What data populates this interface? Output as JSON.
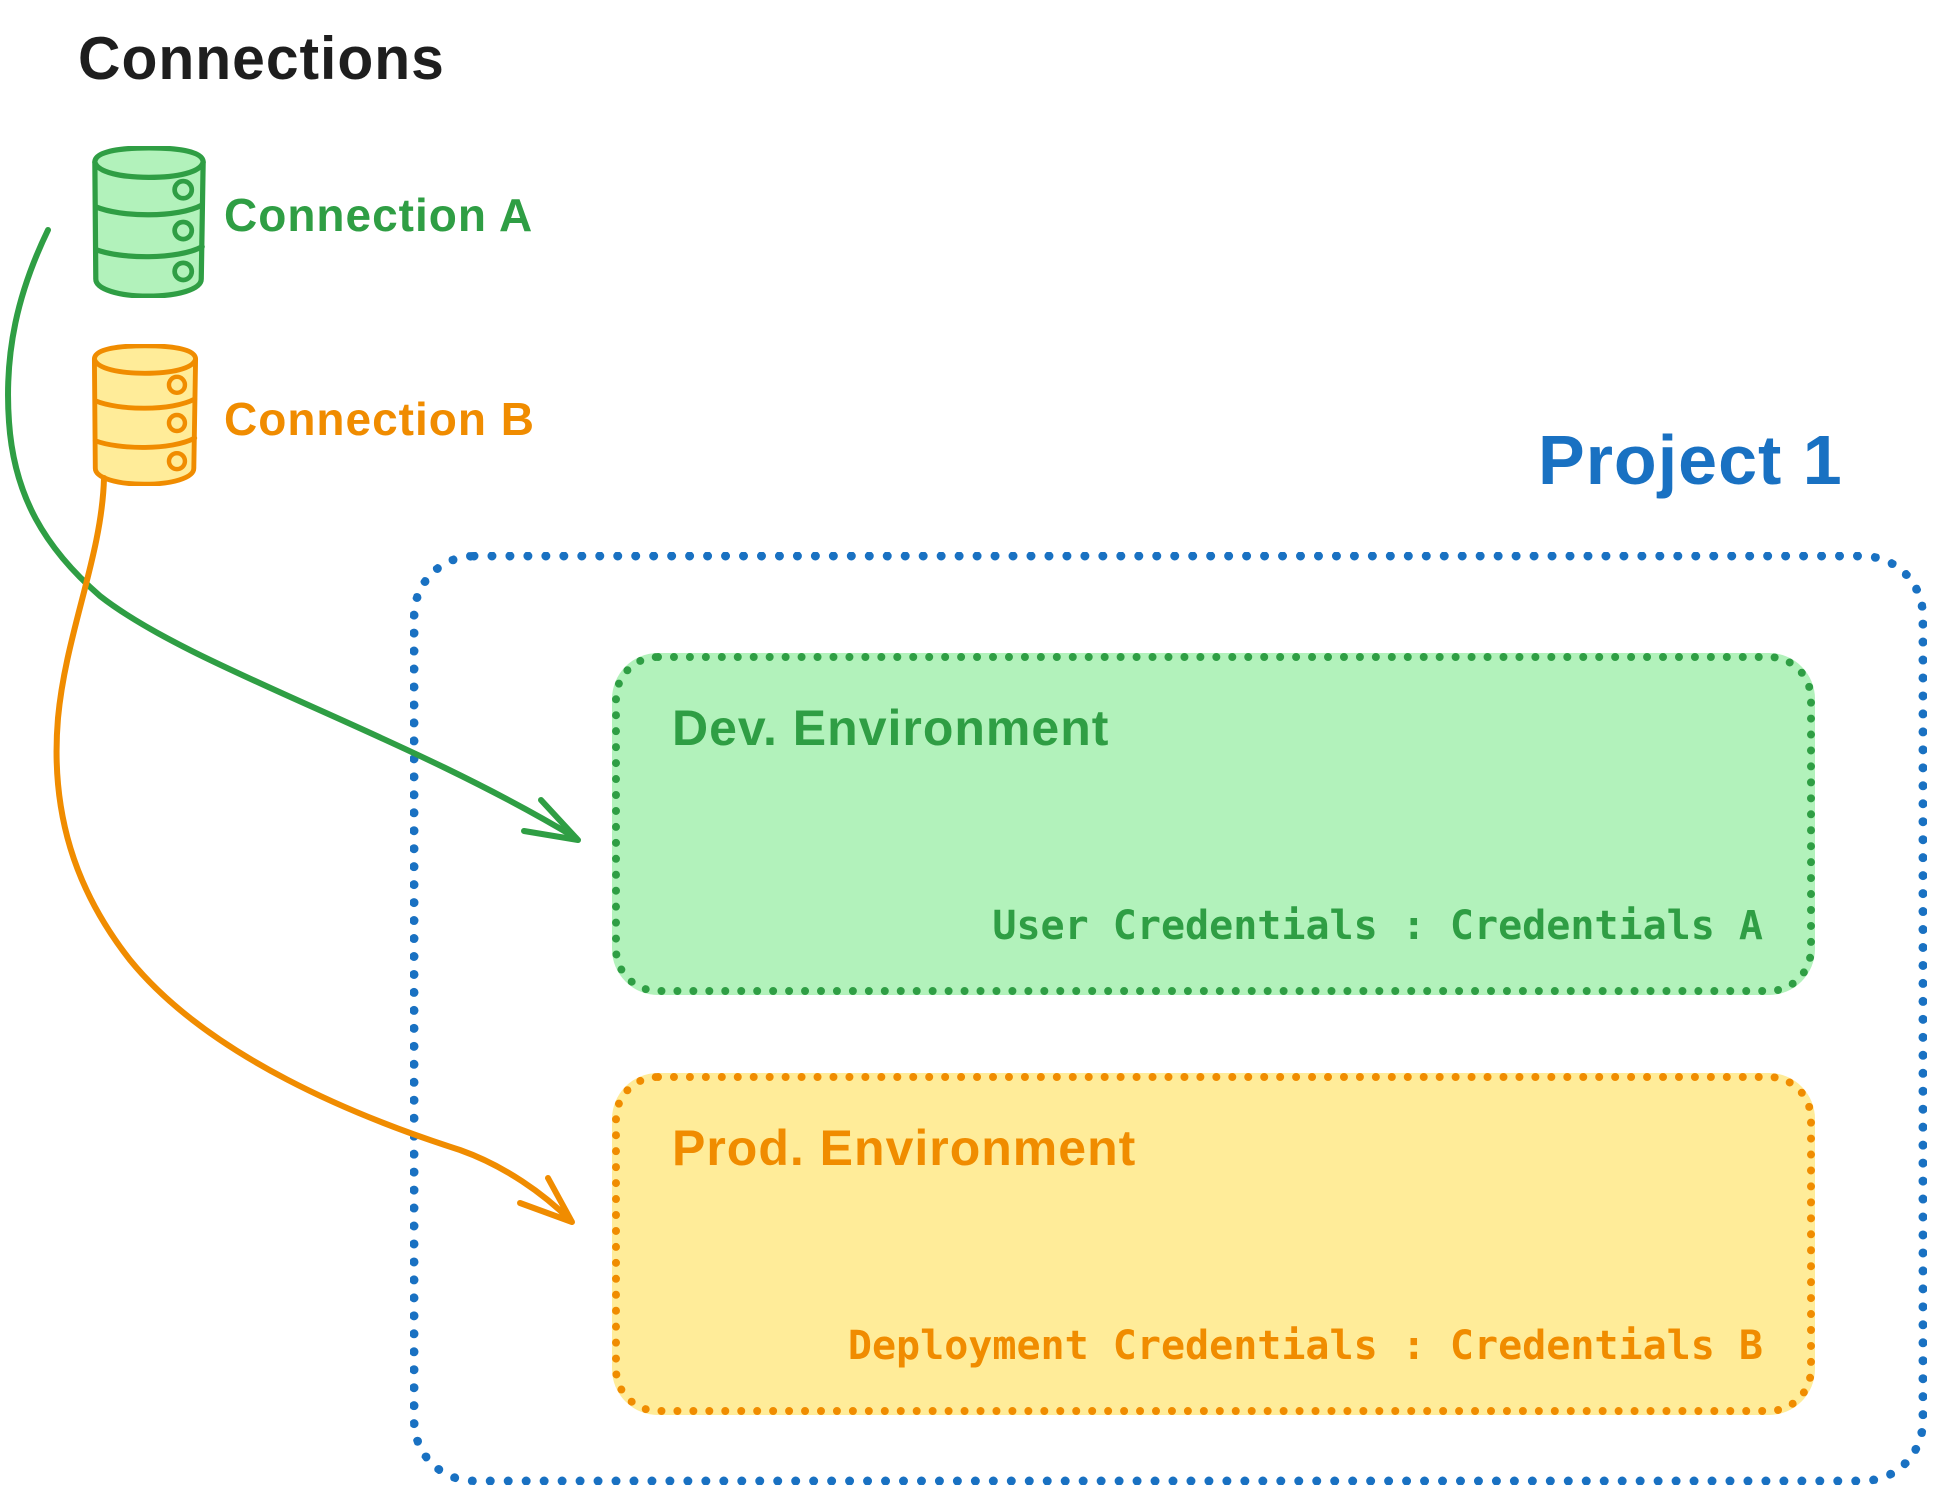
{
  "title": "Connections",
  "colors": {
    "ink": "#1e1e1e",
    "green_stroke": "#2f9e44",
    "green_fill": "#b2f2bb",
    "orange_stroke": "#f08c00",
    "yellow_fill": "#ffec99",
    "blue": "#1971c2"
  },
  "connections": [
    {
      "label": "Connection A",
      "color": "#2f9e44",
      "icon": "database-icon"
    },
    {
      "label": "Connection B",
      "color": "#f08c00",
      "icon": "database-icon"
    }
  ],
  "project": {
    "title": "Project 1",
    "environments": [
      {
        "name": "Dev. Environment",
        "credentials": "User Credentials : Credentials A",
        "theme": "green"
      },
      {
        "name": "Prod. Environment",
        "credentials": "Deployment Credentials : Credentials B",
        "theme": "orange"
      }
    ]
  }
}
